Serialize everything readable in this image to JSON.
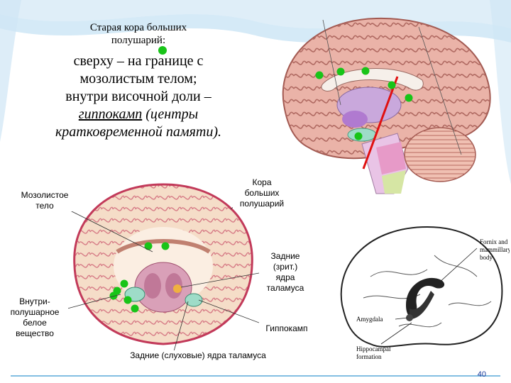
{
  "heading": {
    "small_line1": "Старая кора больших",
    "small_line2": "полушарий:",
    "big_line1": "сверху – на границе с",
    "big_line2": "мозолистым телом;",
    "big_line3": "внутри височной доли –",
    "hippocampus_word": "гиппокамп",
    "big_line4_rest": " (центры",
    "big_line5": "кратковременной памяти)."
  },
  "labels": {
    "corpus_callosum_1": "Мозолистое",
    "corpus_callosum_2": "тело",
    "cortex_1": "Кора",
    "cortex_2": "больших",
    "cortex_3": "полушарий",
    "posterior_visual_1": "Задние",
    "posterior_visual_2": "(зрит.)",
    "posterior_visual_3": "ядра",
    "posterior_visual_4": "таламуса",
    "white_matter_1": "Внутри-",
    "white_matter_2": "полушарное",
    "white_matter_3": "белое",
    "white_matter_4": "вещество",
    "hippocampus": "Гиппокамп",
    "posterior_auditory": "Задние (слуховые) ядра таламуса"
  },
  "sketch_labels": {
    "fornix_1": "Fornix and",
    "fornix_2": "mammillary",
    "fornix_3": "body",
    "amygdala": "Amygdala",
    "hippocampal_1": "Hippocampal",
    "hippocampal_2": "formation"
  },
  "page_number": "40",
  "colors": {
    "marker_green": "#18c418",
    "cut_line_red": "#e01010",
    "accent_blue": "#5aa8d8"
  }
}
